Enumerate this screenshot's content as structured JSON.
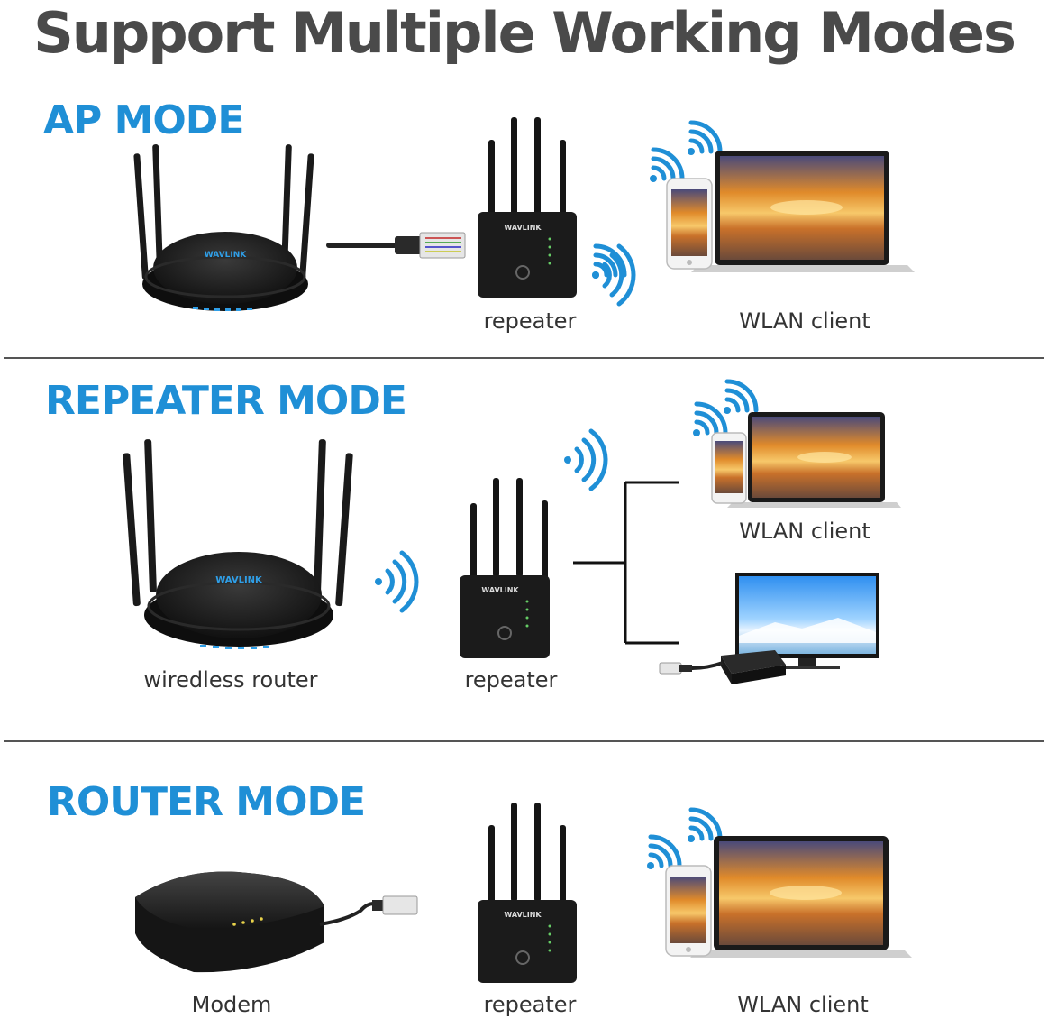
{
  "title": "Support Multiple Working Modes",
  "brand": "WAVLINK",
  "accent_color": "#1f8fd6",
  "sections": {
    "ap": {
      "title": "AP MODE",
      "repeater_label": "repeater",
      "client_label": "WLAN client"
    },
    "repeater": {
      "title": "REPEATER MODE",
      "router_label": "wiredless router",
      "repeater_label": "repeater",
      "client_label": "WLAN client"
    },
    "router": {
      "title": "ROUTER MODE",
      "modem_label": "Modem",
      "repeater_label": "repeater",
      "client_label": "WLAN client"
    }
  },
  "icons": [
    "wifi-signal-icon",
    "router-icon",
    "repeater-icon",
    "laptop-icon",
    "phone-icon",
    "tv-icon",
    "set-top-box-icon",
    "ethernet-cable-icon",
    "modem-icon"
  ]
}
